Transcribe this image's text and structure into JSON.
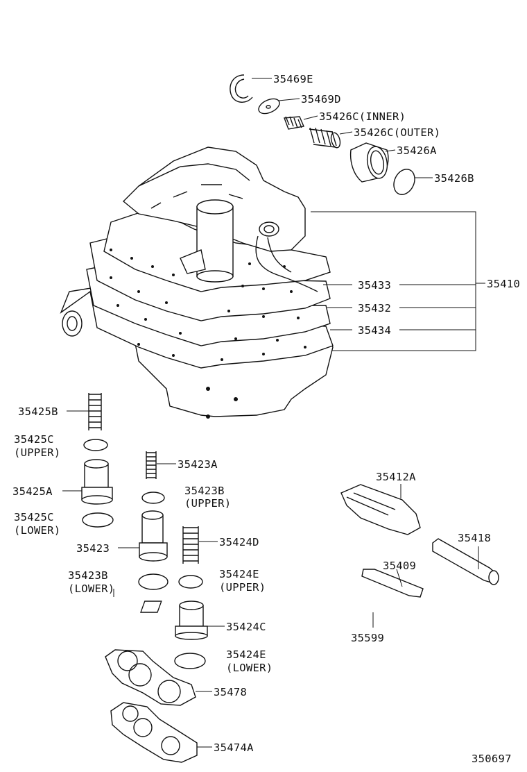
{
  "diagram_id": "350697",
  "parts": {
    "p35469E": "35469E",
    "p35469D": "35469D",
    "p35426C_inner": "35426C(INNER)",
    "p35426C_outer": "35426C(OUTER)",
    "p35426A": "35426A",
    "p35426B": "35426B",
    "p35433": "35433",
    "p35410": "35410",
    "p35432": "35432",
    "p35434": "35434",
    "p35425B": "35425B",
    "p35425C_upper": "35425C",
    "p35425C_upper_note": "(UPPER)",
    "p35425A": "35425A",
    "p35425C_lower": "35425C",
    "p35425C_lower_note": "(LOWER)",
    "p35423A": "35423A",
    "p35423B_upper": "35423B",
    "p35423B_upper_note": "(UPPER)",
    "p35423": "35423",
    "p35424D": "35424D",
    "p35423B_lower": "35423B",
    "p35423B_lower_note": "(LOWER)",
    "p35424E_upper": "35424E",
    "p35424E_upper_note": "(UPPER)",
    "p35424C": "35424C",
    "p35424E_lower": "35424E",
    "p35424E_lower_note": "(LOWER)",
    "p35478": "35478",
    "p35474A": "35474A",
    "p35412A": "35412A",
    "p35418": "35418",
    "p35409": "35409",
    "p35599": "35599"
  }
}
